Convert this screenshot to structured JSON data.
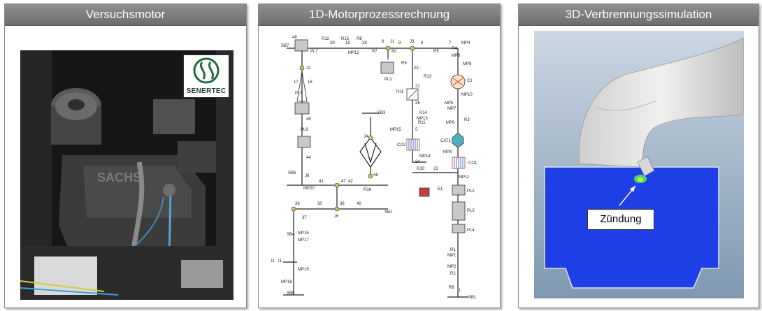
{
  "panels": {
    "engine": {
      "title": "Versuchsmotor",
      "logo_text": "SENERTEC",
      "engine_plate_text": "SACHS"
    },
    "process": {
      "title": "1D-Motorprozessrechnung"
    },
    "simulation": {
      "title": "3D-Verbrennungssimulation",
      "callout": "Zündung"
    }
  },
  "diagram_labels": [
    "SB7",
    "48",
    "PL7",
    "R12",
    "29",
    "R15",
    "15",
    "R8",
    "28",
    "MP12",
    "R7",
    "6",
    "J1",
    "50",
    "9",
    "J3",
    "8",
    "R5",
    "7",
    "MP4",
    "R4",
    "MP3",
    "MP9",
    "J2",
    "17",
    "18",
    "PL5",
    "45",
    "PL6",
    "44",
    "SB6",
    "J8",
    "41",
    "MP20",
    "47",
    "42",
    "R16",
    "J6",
    "38",
    "36",
    "30",
    "40",
    "SB2",
    "SB4",
    "37",
    "MP16",
    "MP17",
    "I1",
    "MP19",
    "MP18",
    "SB5",
    "R9",
    "PL1",
    "20",
    "R13",
    "TH1",
    "21",
    "26",
    "R14",
    "MP13",
    "R11",
    "MP15",
    "5",
    "SB3",
    "J4",
    "46",
    "CO2",
    "MP14",
    "24",
    "R10",
    "23",
    "C1",
    "MP10",
    "MP5",
    "MP7",
    "R3",
    "MP6",
    "CAT1",
    "MP8",
    "CO1",
    "MP11",
    "E1",
    "PL2",
    "PL3",
    "PL4",
    "R1",
    "MP1",
    "MP2",
    "R2",
    "R6",
    "I1",
    "SB1",
    "1"
  ]
}
